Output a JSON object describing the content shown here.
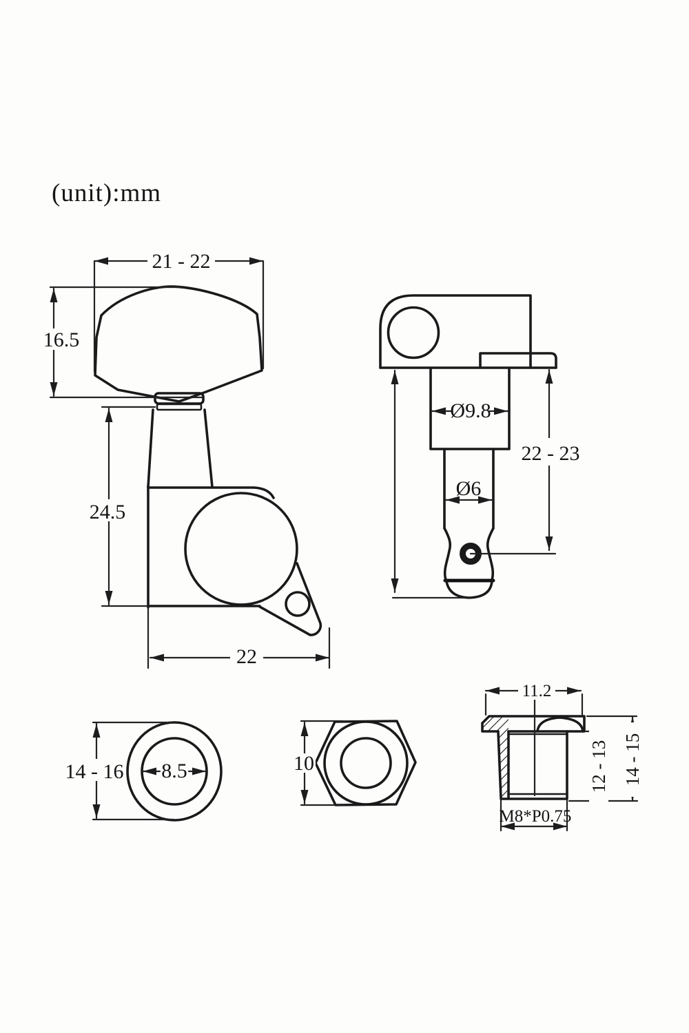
{
  "page": {
    "unit_label": "(unit):mm"
  },
  "views": {
    "side_view": {
      "button_width_mm": "21 - 22",
      "button_height_mm": "16.5",
      "body_height_mm": "24.5",
      "body_width_mm": "22"
    },
    "front_view": {
      "post_diameter_mm": "Ø9.8",
      "string_post_diameter_mm": "Ø6",
      "post_length_mm": "22 - 23"
    },
    "washer_view": {
      "outer_diameter_mm": "14 - 16",
      "inner_diameter_mm": "8.5"
    },
    "hex_nut_view": {
      "width_across_flats_mm": "10"
    },
    "bushing_view": {
      "flange_diameter_mm": "11.2",
      "threaded_length_mm": "12 - 13",
      "total_height_mm": "14 - 15",
      "thread_spec": "M8*P0.75"
    }
  }
}
